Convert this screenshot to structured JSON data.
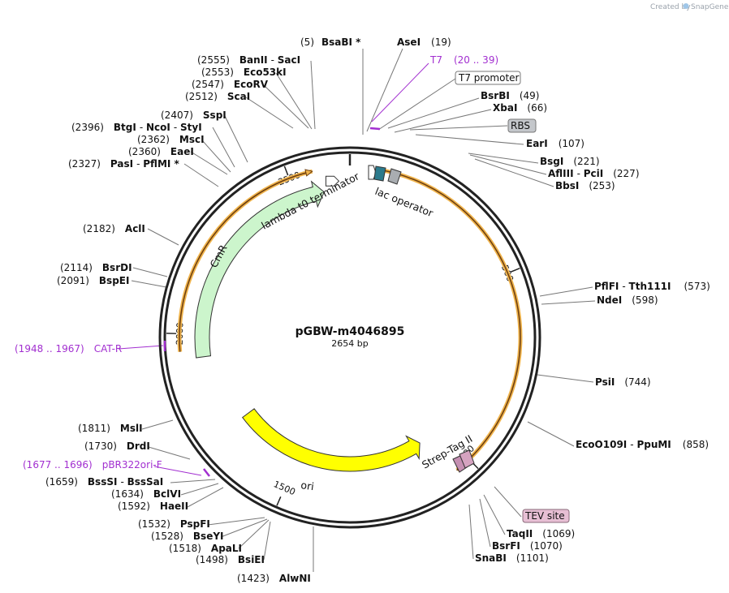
{
  "credit": {
    "text": "Created by",
    "brand": "SnapGene"
  },
  "plasmid": {
    "name": "pGBW-m4046895",
    "size_label": "2654 bp",
    "length": 2654
  },
  "colors": {
    "backbone": "#222222",
    "orange_ring": "#f0b44c",
    "yellow_feature": "#ffff00",
    "green_feature": "#ccf5cc",
    "teal_box": "#2b7a8c",
    "grey_box": "#a9adb1",
    "pink_feature": "#c58fb2",
    "primer": "#a22fd0"
  },
  "ticks": [
    {
      "pos": 500,
      "label": "500"
    },
    {
      "pos": 1000,
      "label": "1000"
    },
    {
      "pos": 1500,
      "label": "1500"
    },
    {
      "pos": 2000,
      "label": "2000"
    },
    {
      "pos": 2500,
      "label": "2500"
    }
  ],
  "features": [
    {
      "id": "orange-arc-right",
      "type": "orange-arc",
      "start": 75,
      "end": 1040,
      "direction": "cw"
    },
    {
      "id": "orange-arc-left",
      "type": "orange-arc",
      "start": 1955,
      "end": 2560,
      "direction": "cw"
    },
    {
      "id": "cmr",
      "label": "CmR",
      "type": "arrow",
      "start": 1935,
      "end": 2580,
      "direction": "cw",
      "color": "#ccf5cc"
    },
    {
      "id": "ori",
      "label": "ori",
      "type": "arrow",
      "start": 1080,
      "end": 1720,
      "direction": "ccw",
      "color": "#ffff00"
    },
    {
      "id": "lambda-t0",
      "label": "lambda t0 terminator",
      "type": "small-arrow",
      "start": 2595,
      "end": 2620,
      "color": "#ffffff"
    },
    {
      "id": "lac-operator",
      "label": "lac operator",
      "type": "box",
      "start": 28,
      "end": 50
    },
    {
      "id": "strep-tag",
      "label": "Strep-Tag II",
      "type": "small-arrow",
      "start": 960,
      "end": 985
    }
  ],
  "sites": [
    {
      "name": "BsaBI *",
      "num": "(5)",
      "layout": "num-first"
    },
    {
      "name": "AseI",
      "num": "(19)",
      "layout": "name-first"
    },
    {
      "name": "T7",
      "num": "(20 .. 39)",
      "layout": "primer-right"
    },
    {
      "name": "T7 promoter",
      "layout": "box-white"
    },
    {
      "name": "BsrBI",
      "num": "(49)",
      "layout": "name-first"
    },
    {
      "name": "XbaI",
      "num": "(66)",
      "layout": "name-first"
    },
    {
      "name": "RBS",
      "layout": "box-grey"
    },
    {
      "name": "EarI",
      "num": "(107)",
      "layout": "name-first"
    },
    {
      "name": "BsgI",
      "num": "(221)",
      "layout": "name-first"
    },
    {
      "name": "AflIII - PciI",
      "name_a": "AflIII",
      "name_b": "PciI",
      "num": "(227)",
      "layout": "name-first-pair"
    },
    {
      "name": "BbsI",
      "num": "(253)",
      "layout": "name-first"
    },
    {
      "name": "PflFI - Tth111I",
      "name_a": "PflFI",
      "name_b": "Tth111I",
      "num": "(573)",
      "layout": "name-first-pair"
    },
    {
      "name": "NdeI",
      "num": "(598)",
      "layout": "name-first"
    },
    {
      "name": "PsiI",
      "num": "(744)",
      "layout": "name-first"
    },
    {
      "name": "EcoO109I - PpuMI",
      "name_a": "EcoO109I",
      "name_b": "PpuMI",
      "num": "(858)",
      "layout": "name-first-pair"
    },
    {
      "name": "TEV site",
      "layout": "box-pink"
    },
    {
      "name": "TaqII",
      "num": "(1069)",
      "layout": "name-first"
    },
    {
      "name": "BsrFI",
      "num": "(1070)",
      "layout": "name-first"
    },
    {
      "name": "SnaBI",
      "num": "(1101)",
      "layout": "name-first"
    },
    {
      "name": "AlwNI",
      "num": "(1423)",
      "layout": "num-first"
    },
    {
      "name": "BsiEI",
      "num": "(1498)",
      "layout": "num-first"
    },
    {
      "name": "ApaLI",
      "num": "(1518)",
      "layout": "num-first"
    },
    {
      "name": "BseYI",
      "num": "(1528)",
      "layout": "num-first"
    },
    {
      "name": "PspFI",
      "num": "(1532)",
      "layout": "num-first"
    },
    {
      "name": "HaeII",
      "num": "(1592)",
      "layout": "num-first"
    },
    {
      "name": "BclVI",
      "num": "(1634)",
      "layout": "num-first"
    },
    {
      "name": "BssSI - BssSaI",
      "name_a": "BssSI",
      "name_b": "BssSaI",
      "num": "(1659)",
      "layout": "num-first-pair"
    },
    {
      "name": "pBR322ori-F",
      "num": "(1677 .. 1696)",
      "layout": "primer-left"
    },
    {
      "name": "DrdI",
      "num": "(1730)",
      "layout": "num-first"
    },
    {
      "name": "MslI",
      "num": "(1811)",
      "layout": "num-first"
    },
    {
      "name": "CAT-R",
      "num": "(1948 .. 1967)",
      "layout": "primer-left"
    },
    {
      "name": "BspEI",
      "num": "(2091)",
      "layout": "num-first"
    },
    {
      "name": "BsrDI",
      "num": "(2114)",
      "layout": "num-first"
    },
    {
      "name": "AclI",
      "num": "(2182)",
      "layout": "num-first"
    },
    {
      "name": "PasI - PflMI *",
      "name_a": "PasI",
      "name_b": "PflMI *",
      "num": "(2327)",
      "layout": "num-first-pair"
    },
    {
      "name": "EaeI",
      "num": "(2360)",
      "layout": "num-first"
    },
    {
      "name": "MscI",
      "num": "(2362)",
      "layout": "num-first"
    },
    {
      "name": "BtgI - NcoI - StyI",
      "name_a": "BtgI",
      "name_b": "NcoI",
      "name_c": "StyI",
      "num": "(2396)",
      "layout": "num-first-triple"
    },
    {
      "name": "SspI",
      "num": "(2407)",
      "layout": "num-first"
    },
    {
      "name": "ScaI",
      "num": "(2512)",
      "layout": "num-first"
    },
    {
      "name": "EcoRV",
      "num": "(2547)",
      "layout": "num-first"
    },
    {
      "name": "Eco53kI",
      "num": "(2553)",
      "layout": "num-first"
    },
    {
      "name": "BanII - SacI",
      "name_a": "BanII",
      "name_b": "SacI",
      "num": "(2555)",
      "layout": "num-first-pair"
    }
  ]
}
